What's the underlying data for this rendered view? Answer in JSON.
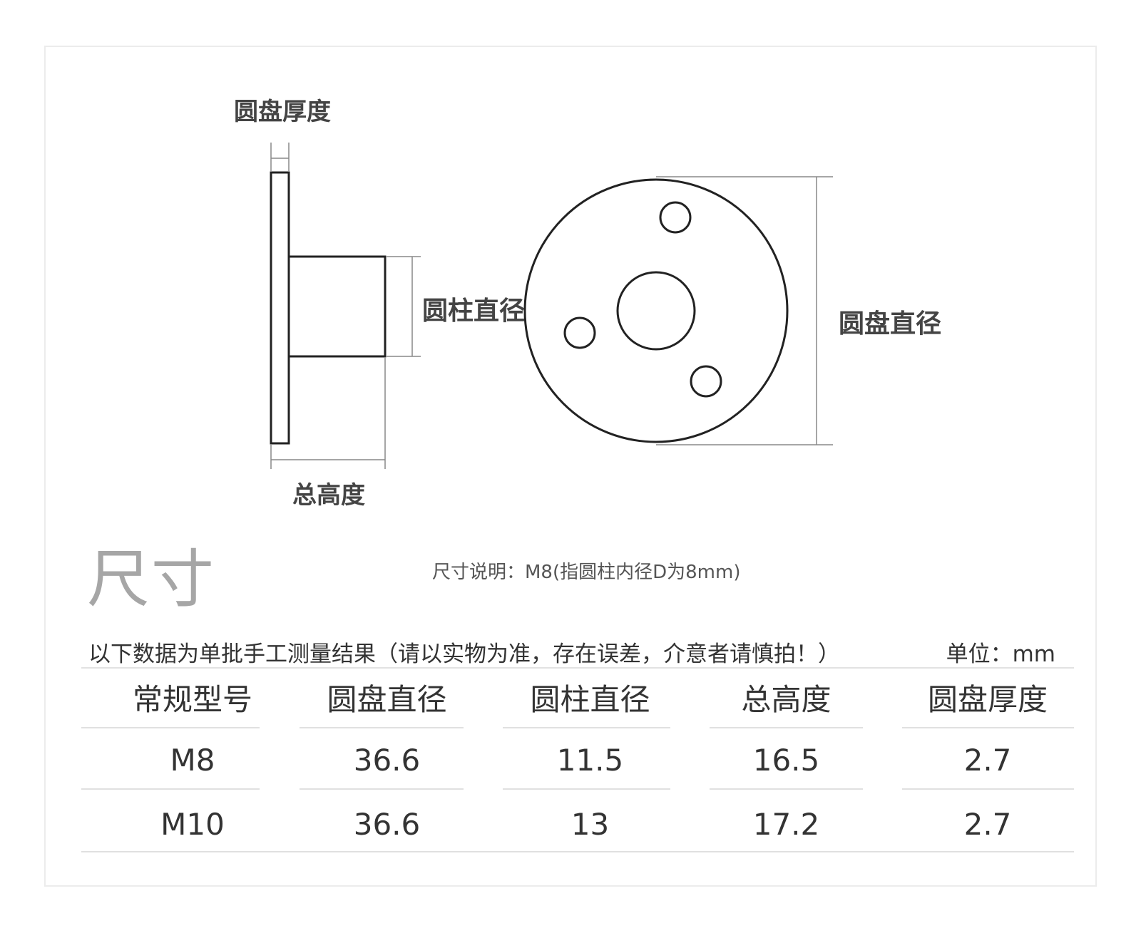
{
  "diagram": {
    "labels": {
      "disc_thickness": "圆盘厚度",
      "cylinder_diameter": "圆柱直径",
      "disc_diameter": "圆盘直径",
      "total_height": "总高度"
    }
  },
  "section_title": "尺寸",
  "size_note": "尺寸说明：M8(指圆柱内径D为8mm)",
  "table_note": "以下数据为单批手工测量结果（请以实物为准，存在误差，介意者请慎拍！）",
  "unit": "单位：mm",
  "table": {
    "headers": [
      "常规型号",
      "圆盘直径",
      "圆柱直径",
      "总高度",
      "圆盘厚度"
    ],
    "rows": [
      [
        "M8",
        "36.6",
        "11.5",
        "16.5",
        "2.7"
      ],
      [
        "M10",
        "36.6",
        "13",
        "17.2",
        "2.7"
      ]
    ]
  }
}
